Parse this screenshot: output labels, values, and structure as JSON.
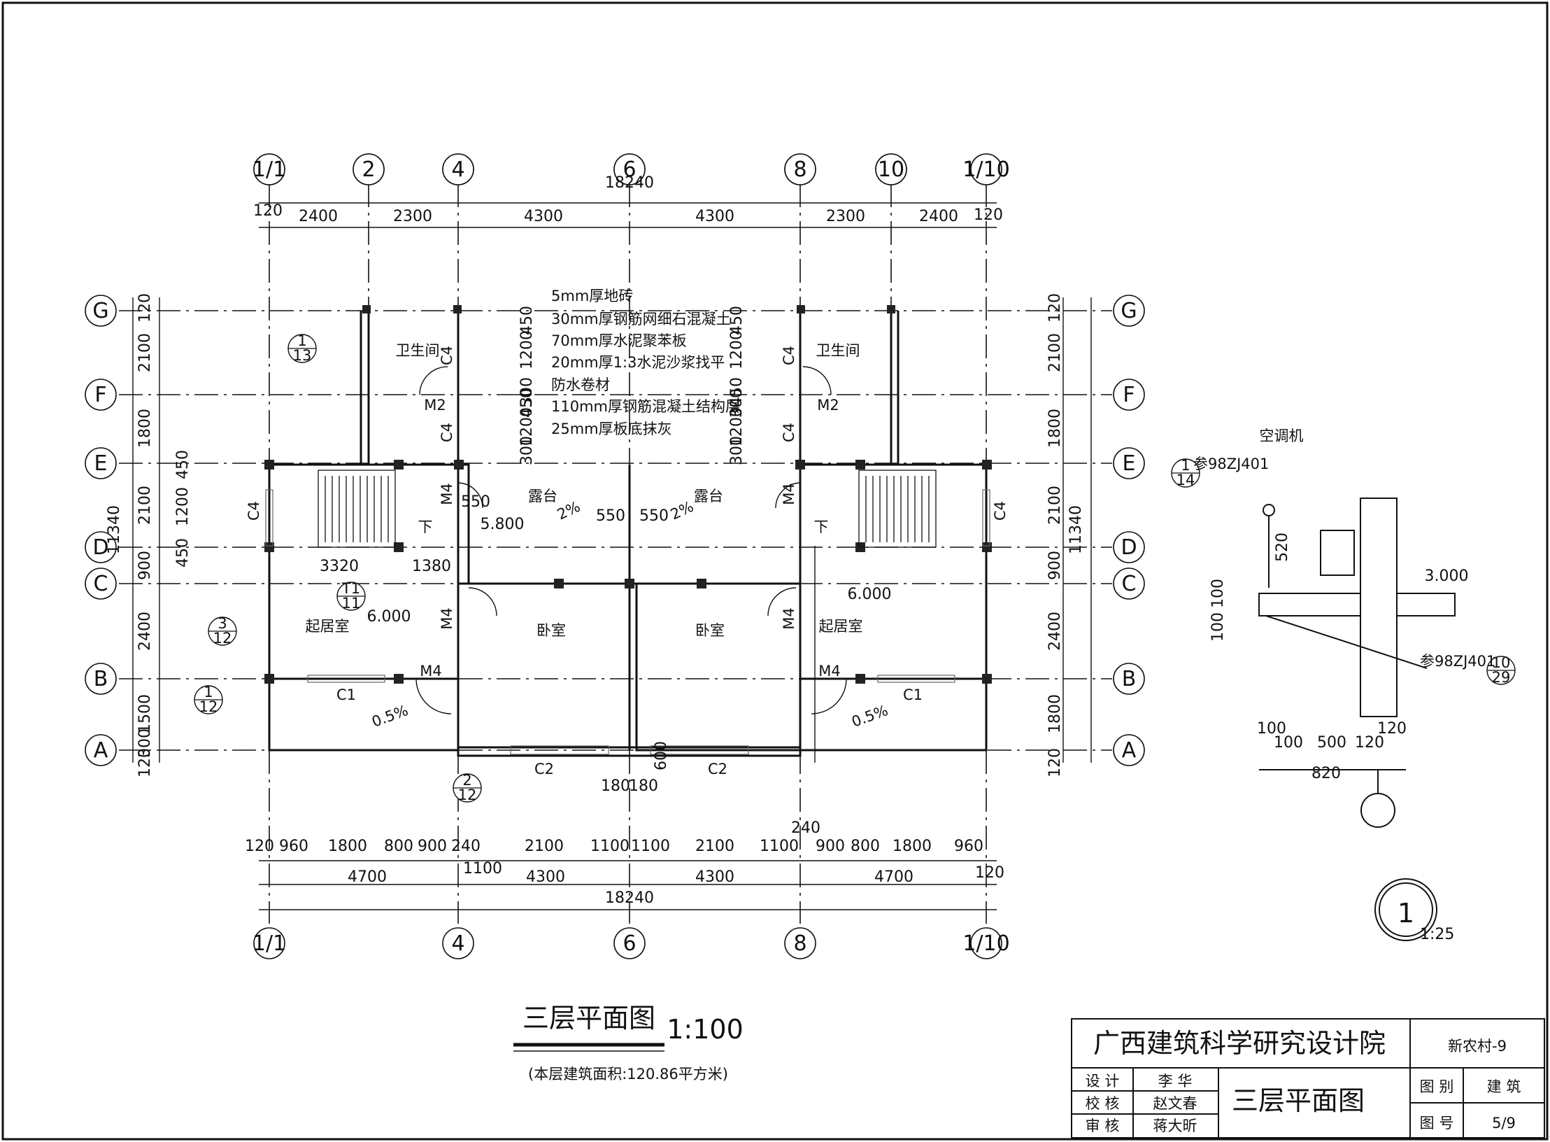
{
  "drawing": {
    "title": "三层平面图",
    "scale": "1:100",
    "area_note": "(本层建筑面积:120.86平方米)"
  },
  "axes": {
    "top": [
      "1/1",
      "2",
      "4",
      "6",
      "8",
      "10",
      "1/10"
    ],
    "bottom": [
      "1/1",
      "4",
      "6",
      "8",
      "1/10"
    ],
    "left": [
      "G",
      "F",
      "E",
      "D",
      "C",
      "B",
      "A"
    ],
    "right": [
      "G",
      "F",
      "E",
      "D",
      "C",
      "B",
      "A"
    ]
  },
  "dims": {
    "top_total": "18240",
    "top_end": "120",
    "top_spans": [
      "2400",
      "2300",
      "4300",
      "4300",
      "2300",
      "2400"
    ],
    "left_total": "11340",
    "left_spans": [
      "120",
      "2100",
      "1800",
      "2100",
      "900",
      "2400",
      "1500",
      "300",
      "120"
    ],
    "right_total": "11340",
    "right_spans": [
      "120",
      "2100",
      "1800",
      "2100",
      "900",
      "2400",
      "1800",
      "120"
    ],
    "bottom_row1": [
      "120",
      "960",
      "1800",
      "800",
      "900",
      "240",
      "2100",
      "1100",
      "1100",
      "2100",
      "1100",
      "900",
      "800",
      "1800",
      "960"
    ],
    "bottom_240": "240",
    "bottom_row2": [
      "4700",
      "1100",
      "4300",
      "4300",
      "4700",
      "120"
    ],
    "bottom_total": "18240",
    "stair_dims": [
      "450",
      "1200",
      "450"
    ],
    "stair_run": [
      "3320",
      "1380"
    ],
    "terrace_dims": [
      "550",
      "550",
      "550"
    ],
    "toilet_dims": [
      "450",
      "1200",
      "300",
      "450",
      "1200",
      "300"
    ],
    "toilet_dims_r": [
      "450",
      "1200",
      "450",
      "300",
      "1200",
      "300"
    ],
    "col_dims": [
      "180",
      "180",
      "600",
      "600"
    ]
  },
  "rooms": {
    "toilet": "卫生间",
    "terrace": "露台",
    "living": "起居室",
    "bedroom": "卧室",
    "down": "下"
  },
  "openings": [
    "C4",
    "M2",
    "M4",
    "C1",
    "C2"
  ],
  "levels": [
    "5.800",
    "6.000",
    "3.000"
  ],
  "slopes": [
    "2%",
    "0.5%"
  ],
  "layers": [
    "5mm厚地砖",
    "30mm厚钢筋网细石混凝土",
    "70mm厚水泥聚苯板",
    "20mm厚1:3水泥沙浆找平",
    "防水卷材",
    "110mm厚钢筋混凝土结构层",
    "25mm厚板底抹灰"
  ],
  "callouts": [
    {
      "num": "1",
      "sheet": "13"
    },
    {
      "num": "T1",
      "sheet": "11"
    },
    {
      "num": "3",
      "sheet": "12"
    },
    {
      "num": "1",
      "sheet": "12"
    },
    {
      "num": "2",
      "sheet": "12"
    },
    {
      "num": "1",
      "sheet": "14"
    },
    {
      "num": "10",
      "sheet": "29"
    }
  ],
  "detail": {
    "ac": "空调机",
    "ref1": "参98ZJ401",
    "ref2": "参98ZJ401",
    "level": "3.000",
    "d520": "520",
    "d100a": "100",
    "d100b": "100",
    "bottom_dims": [
      "100",
      "100",
      "500",
      "120",
      "120"
    ],
    "total": "820",
    "mark": "1",
    "scale": "1:25"
  },
  "title_block": {
    "institute": "广西建筑科学研究设计院",
    "project": "新农村-9",
    "design_label": "设 计",
    "design_name": "李 华",
    "check_label": "校 核",
    "check_name": "赵文春",
    "review_label": "审 核",
    "review_name": "蒋大昕",
    "drawing_name": "三层平面图",
    "type_label": "图 别",
    "type_value": "建 筑",
    "num_label": "图 号",
    "num_value": "5/9"
  },
  "colors": {
    "line": "#111111",
    "column": "#222222",
    "glass": "#999999"
  }
}
